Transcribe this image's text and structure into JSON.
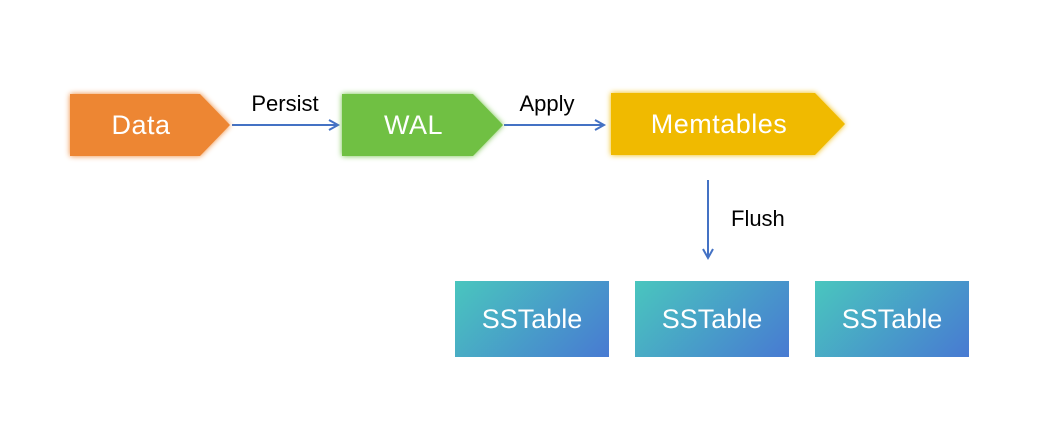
{
  "diagram": {
    "background": "#FFFFFF",
    "arrow_color": "#4472C4",
    "edge_label_color": "#000000",
    "nodes": {
      "data": {
        "label": "Data",
        "shape": "pentagon-arrow",
        "color": "#ED8633",
        "text_color": "#FFFFFF"
      },
      "wal": {
        "label": "WAL",
        "shape": "pentagon-arrow",
        "color": "#70C043",
        "text_color": "#FFFFFF"
      },
      "memtables": {
        "label": "Memtables",
        "shape": "pentagon-arrow",
        "color": "#F0BA00",
        "text_color": "#FFFFFF"
      }
    },
    "edges": [
      {
        "label": "Persist",
        "from": "Data",
        "to": "WAL",
        "direction": "right"
      },
      {
        "label": "Apply",
        "from": "WAL",
        "to": "Memtables",
        "direction": "right"
      },
      {
        "label": "Flush",
        "from": "Memtables",
        "to": "SSTable",
        "direction": "down"
      }
    ],
    "sstables": {
      "gradient": [
        "#49C6BE",
        "#487AD2"
      ],
      "text_color": "#FFFFFF",
      "items": [
        {
          "label": "SSTable"
        },
        {
          "label": "SSTable"
        },
        {
          "label": "SSTable"
        }
      ]
    }
  }
}
